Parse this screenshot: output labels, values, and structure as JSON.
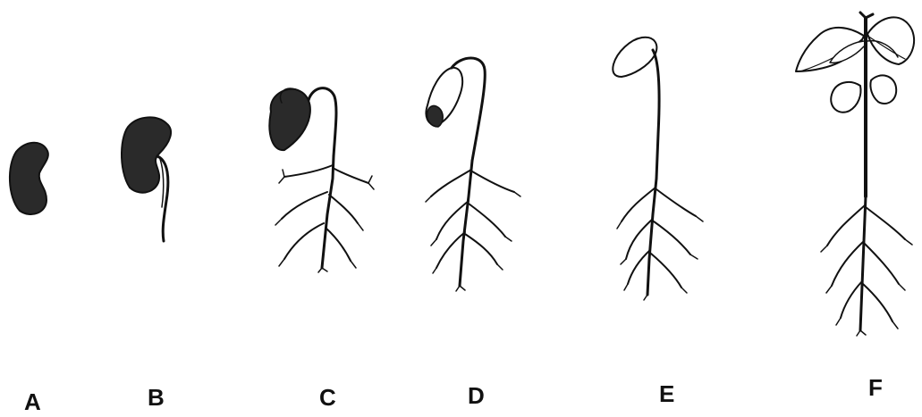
{
  "stages": [
    {
      "id": "A",
      "label": "A"
    },
    {
      "id": "B",
      "label": "B"
    },
    {
      "id": "C",
      "label": "C"
    },
    {
      "id": "D",
      "label": "D"
    },
    {
      "id": "E",
      "label": "E"
    },
    {
      "id": "F",
      "label": "F"
    }
  ],
  "colors": {
    "ink": "#111111",
    "seed_fill": "#2a2a2a",
    "background": "#ffffff"
  }
}
